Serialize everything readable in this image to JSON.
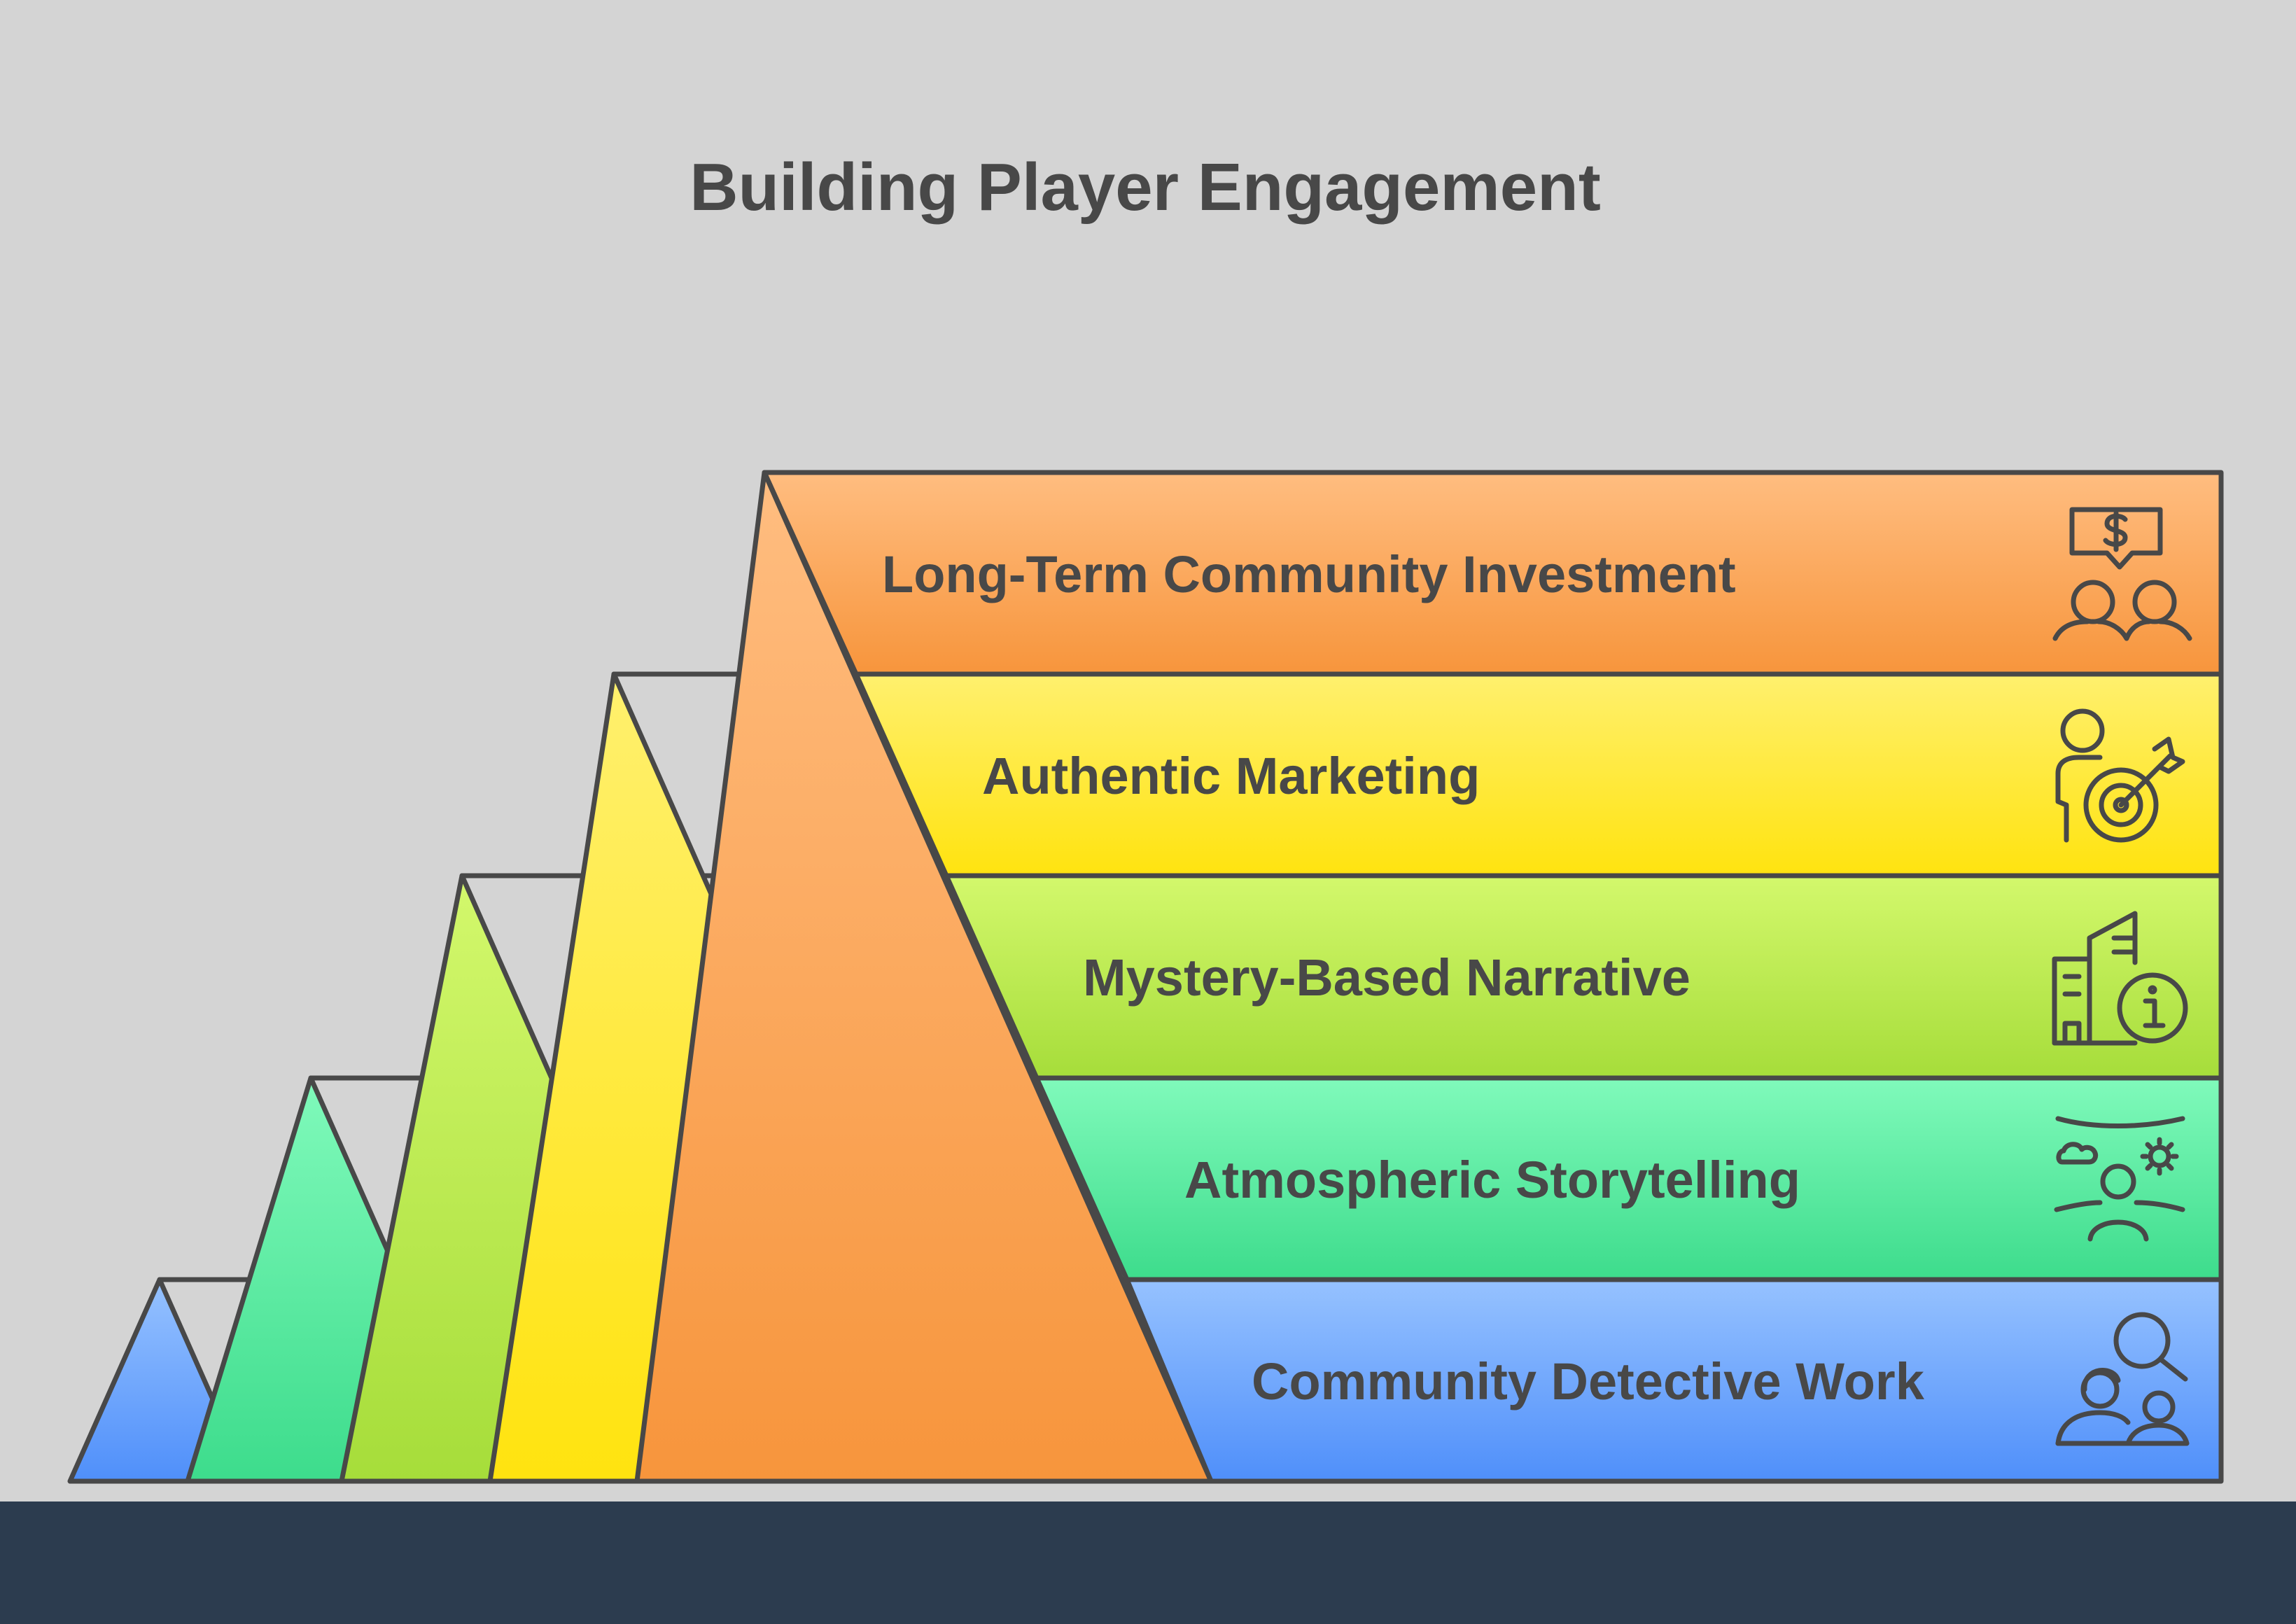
{
  "title": "Building Player Engagement",
  "colors": {
    "background": "#d4d4d4",
    "footer": "#2c3c4f",
    "outline": "#484848",
    "text": "#484848"
  },
  "layers": [
    {
      "label": "Long-Term Community Investment",
      "icon": "community-investment-icon",
      "color_top": "#ffbd80",
      "color_bottom": "#f7953c"
    },
    {
      "label": "Authentic Marketing",
      "icon": "target-marketing-icon",
      "color_top": "#fff06e",
      "color_bottom": "#ffe30f"
    },
    {
      "label": "Mystery-Based Narrative",
      "icon": "building-info-icon",
      "color_top": "#d3f86c",
      "color_bottom": "#a6dd3a"
    },
    {
      "label": "Atmospheric Storytelling",
      "icon": "atmosphere-person-icon",
      "color_top": "#80fabb",
      "color_bottom": "#3ddc8c"
    },
    {
      "label": "Community Detective Work",
      "icon": "detective-group-icon",
      "color_top": "#96c2ff",
      "color_bottom": "#4f8ffa"
    }
  ]
}
